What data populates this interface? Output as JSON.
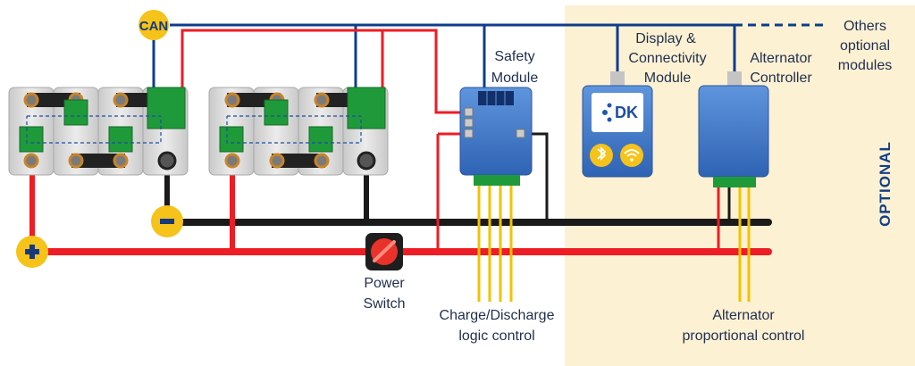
{
  "badges": {
    "can": "CAN",
    "minus": "-",
    "plus": "+"
  },
  "optional_vertical": "OPTIONAL",
  "others_line1": "Others",
  "others_line2": "optional",
  "others_line3": "modules",
  "safety_line1": "Safety",
  "safety_line2": "Module",
  "display_line1": "Display &",
  "display_line2": "Connectivity",
  "display_line3": "Module",
  "alternator_line1": "Alternator",
  "alternator_line2": "Controller",
  "power_line1": "Power",
  "power_line2": "Switch",
  "charge_line1": "Charge/Discharge",
  "charge_line2": "logic control",
  "altprop_line1": "Alternator",
  "altprop_line2": "proportional control",
  "dk_logo": "DK",
  "icons": {
    "bluetooth": "bluetooth-icon",
    "wifi": "wifi-icon"
  },
  "colors": {
    "can_bus": "#0d3d8c",
    "positive": "#ee1c24",
    "negative": "#1a1a1a",
    "optional_area": "#fdf1d3",
    "module_blue": "#3f77c8",
    "connector_green": "#1f9a3a",
    "badge_yellow": "#f5c319",
    "logic_wire": "#f2c200"
  }
}
